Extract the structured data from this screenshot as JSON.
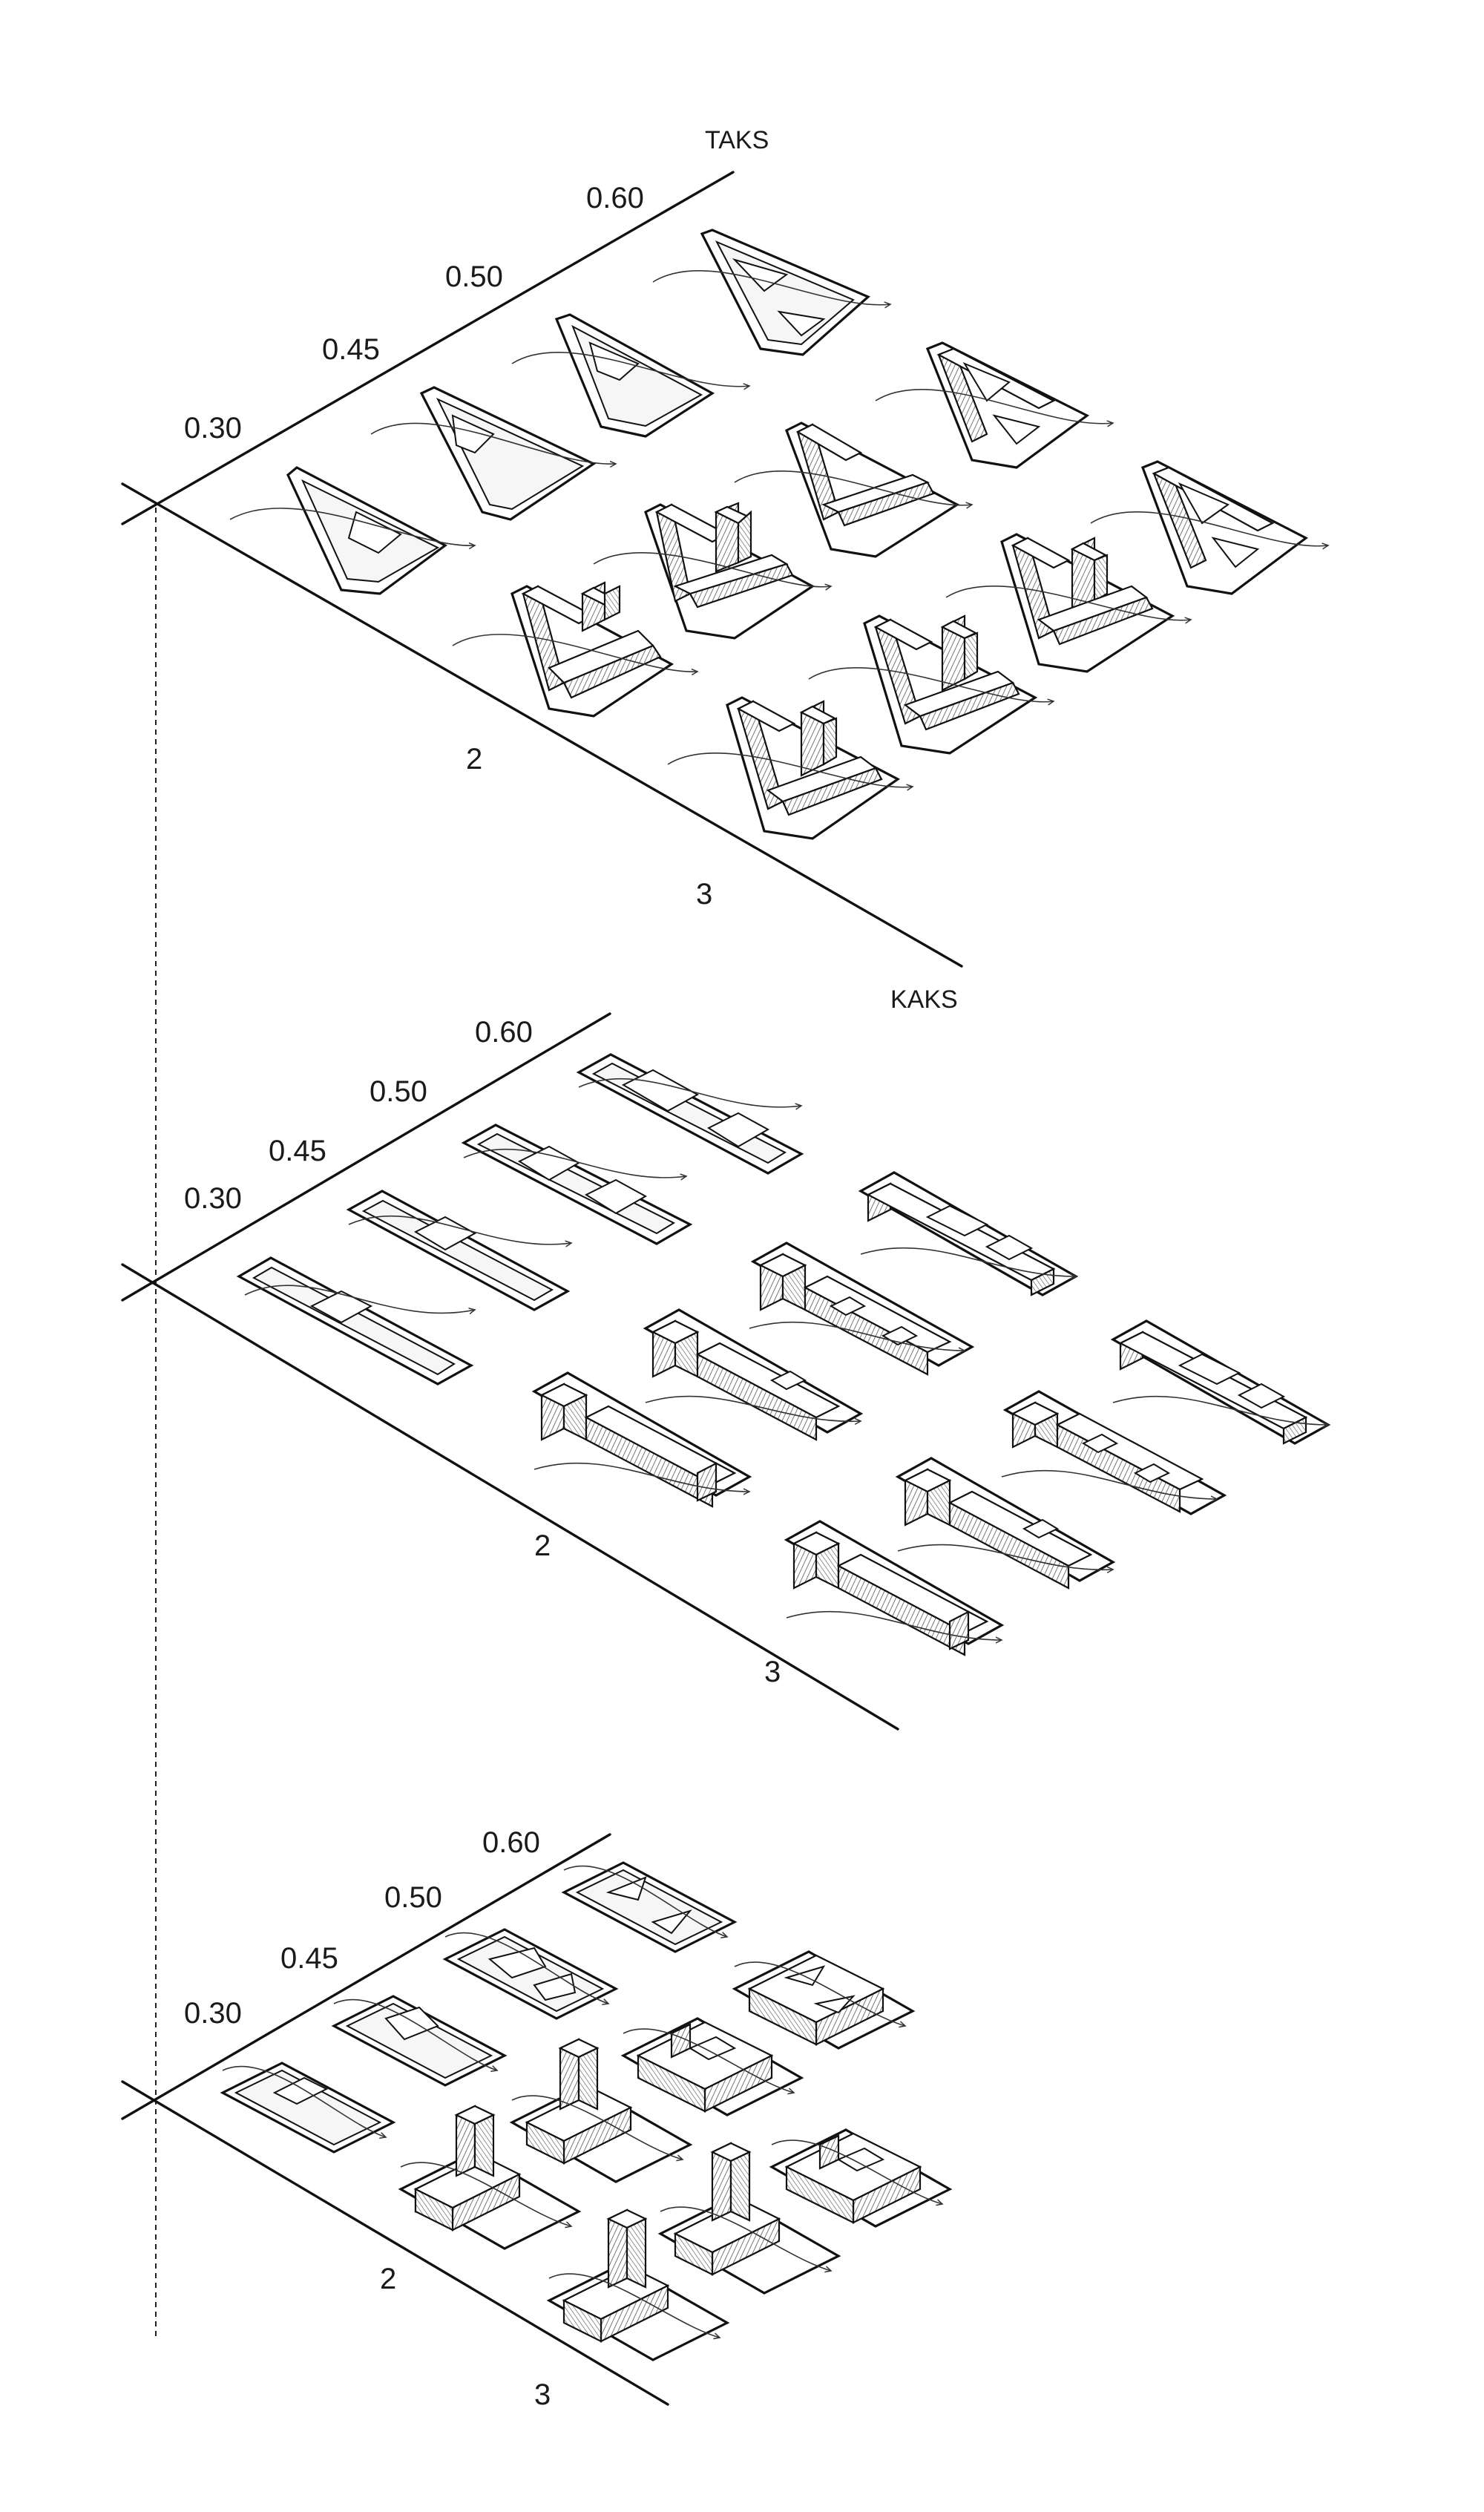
{
  "panels": [
    {
      "id": "taks",
      "title": "TAKS",
      "ratio_labels": [
        "0.30",
        "0.45",
        "0.50",
        "0.60"
      ],
      "floor_labels": [
        "2",
        "3"
      ]
    },
    {
      "id": "kaks",
      "title": "KAKS",
      "ratio_labels": [
        "0.30",
        "0.45",
        "0.50",
        "0.60"
      ],
      "floor_labels": [
        "2",
        "3"
      ]
    },
    {
      "id": "third",
      "title": "",
      "ratio_labels": [
        "0.30",
        "0.45",
        "0.50",
        "0.60"
      ],
      "floor_labels": [
        "2",
        "3"
      ]
    }
  ]
}
